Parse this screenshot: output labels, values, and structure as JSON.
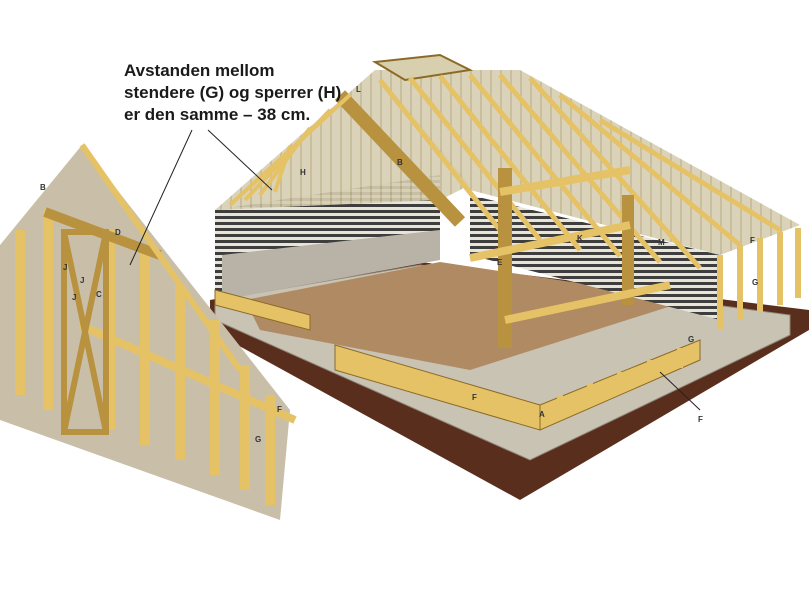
{
  "caption": {
    "line1": "Avstanden mellom",
    "line2": "stendere (G) og sperrer (H)",
    "line3": "er den samme – 38 cm."
  },
  "labels": {
    "a": "A",
    "b": "B",
    "c": "C",
    "d": "D",
    "e": "E",
    "f": "F",
    "g": "G",
    "h": "H",
    "j": "J",
    "k": "K",
    "l": "L",
    "m": "M"
  },
  "colors": {
    "wood": "#e6c266",
    "wood_dark": "#b8923e",
    "wood_edge": "#8c6a26",
    "panel": "#c9bfa8",
    "roof_glass": "#d8cfae",
    "ground": "#5a2e1c",
    "floor": "#b08a63",
    "concrete": "#b7b1a6",
    "wall_dark": "#3a3a3a"
  }
}
